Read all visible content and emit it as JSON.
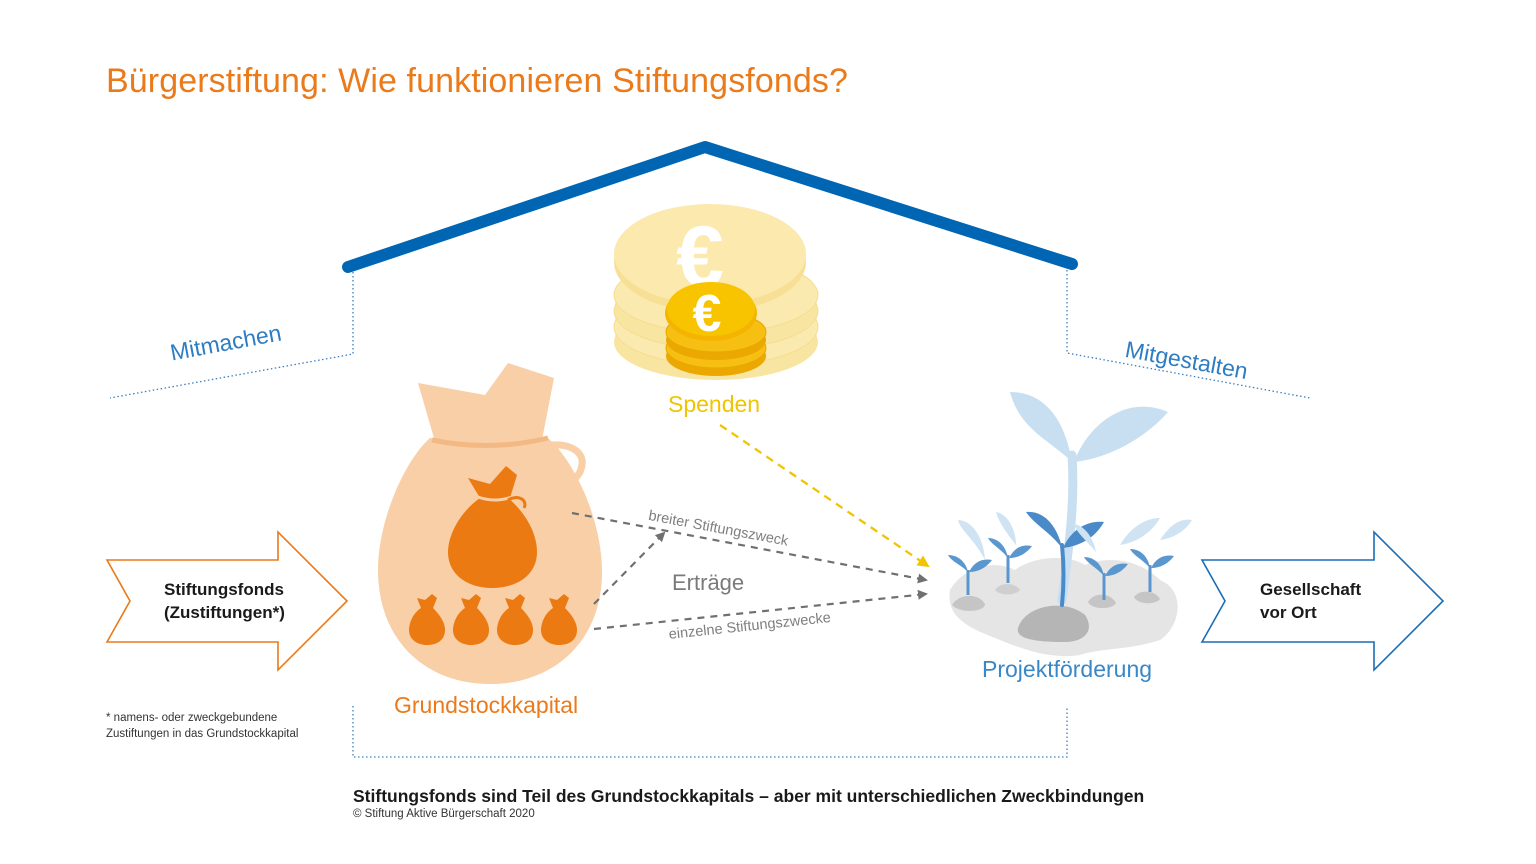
{
  "title": "Bürgerstiftung: Wie funktionieren Stiftungsfonds?",
  "roof": {
    "left_label": "Mitmachen",
    "right_label": "Mitgestalten"
  },
  "donations": {
    "label": "Spenden",
    "symbol": "€"
  },
  "endowment": {
    "label": "Grundstockkapital"
  },
  "income": {
    "label": "Erträge",
    "broad_purpose": "breiter Stiftungszweck",
    "single_purposes": "einzelne Stiftungszwecke"
  },
  "projects": {
    "label": "Projektförderung"
  },
  "input_arrow": {
    "line1": "Stiftungsfonds",
    "line2": "(Zustiftungen*)"
  },
  "output_arrow": {
    "line1": "Gesellschaft",
    "line2": "vor Ort"
  },
  "footnote": {
    "line1": "* namens- oder zweckgebundene",
    "line2": "Zustiftungen in das Grundstockkapital"
  },
  "caption": "Stiftungsfonds sind Teil des Grundstockkapitals – aber mit unterschiedlichen Zweckbindungen",
  "copyright": "© Stiftung Aktive Bürgerschaft 2020",
  "colors": {
    "orange": "#ea7a1a",
    "blue": "#0066b3",
    "light_blue": "#2d82c4",
    "yellow": "#f0c400",
    "grey": "#7f7f7f"
  },
  "icons": [
    "money-bag-icon",
    "coin-stack-icon",
    "euro-coin-icon",
    "seedling-icon"
  ]
}
